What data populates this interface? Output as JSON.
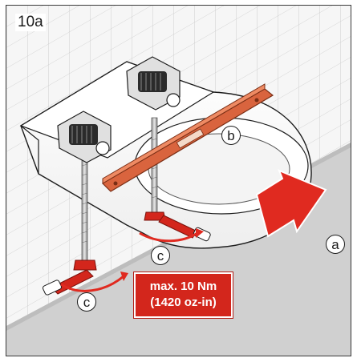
{
  "figure": {
    "step_label": "10a",
    "callouts": {
      "a": "a",
      "b": "b",
      "c_upper": "c",
      "c_lower": "c"
    },
    "torque": {
      "line1": "max. 10 Nm",
      "line2": "(1420 oz-in)"
    },
    "colors": {
      "accent_red": "#d3261c",
      "level_orange": "#d9643e",
      "floor_gray": "#cfcfcf",
      "wall_gray": "#f2f2f2",
      "outline": "#1c1c1c"
    },
    "icons": [
      "spirit-level",
      "mounting-bracket",
      "threaded-rod",
      "tightening-arrow",
      "push-arrow"
    ]
  }
}
